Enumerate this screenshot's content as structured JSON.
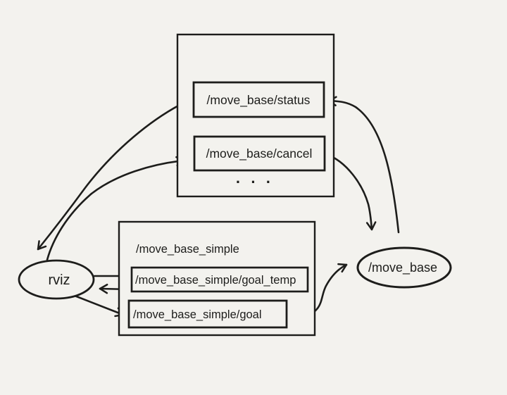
{
  "page": {
    "background_color": "#f3f2ee",
    "ink_color": "#1d1d1b"
  },
  "nodes": {
    "rviz": {
      "label": "rviz",
      "shape": "ellipse"
    },
    "move_base": {
      "label": "/move_base",
      "shape": "ellipse"
    },
    "move_base_action_group": {
      "topics": [
        {
          "label": "/move_base/status"
        },
        {
          "label": "/move_base/cancel"
        }
      ],
      "more_indicator": "· · ·"
    },
    "move_base_simple_group": {
      "label": "/move_base_simple",
      "topics": [
        {
          "label": "/move_base_simple/goal_temp"
        },
        {
          "label": "/move_base_simple/goal"
        }
      ]
    }
  },
  "edges": [
    {
      "from": "/move_base/status",
      "to": "rviz"
    },
    {
      "from": "rviz",
      "to": "/move_base/cancel"
    },
    {
      "from": "/move_base",
      "to": "/move_base/status"
    },
    {
      "from": "/move_base/cancel",
      "to": "/move_base"
    },
    {
      "from": "rviz",
      "to": "/move_base_simple/goal_temp"
    },
    {
      "from": "/move_base_simple/goal_temp",
      "to": "rviz"
    },
    {
      "from": "rviz",
      "to": "/move_base_simple/goal"
    },
    {
      "from": "/move_base_simple/goal",
      "to": "/move_base"
    }
  ]
}
